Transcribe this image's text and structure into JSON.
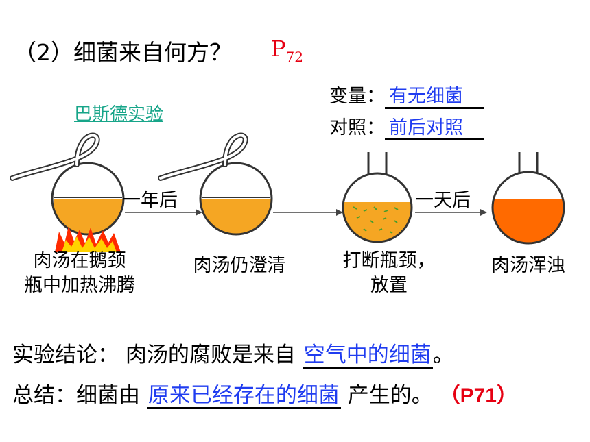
{
  "title": "（2）细菌来自何方？",
  "page_ref": {
    "prefix": "P",
    "sub": "72"
  },
  "experiment_name": "巴斯德实验",
  "variable": {
    "label": "变量：",
    "answer": "有无细菌"
  },
  "control": {
    "label": "对照：",
    "answer": "前后对照"
  },
  "arrows": {
    "first": "一年后",
    "second": "一天后"
  },
  "labels": {
    "flask1_line1": "肉汤在鹅颈",
    "flask1_line2": "瓶中加热沸腾",
    "flask2": "肉汤仍澄清",
    "flask3_line1": "打断瓶颈，",
    "flask3_line2": "放置",
    "flask4": "肉汤浑浊"
  },
  "conclusion": {
    "label": "实验结论：",
    "text": "肉汤的腐败是来自",
    "answer": "空气中的细菌",
    "end": "。"
  },
  "summary": {
    "label": "总结：细菌由",
    "answer": "原来已经存在的细菌",
    "text": "产生的。",
    "ref": "（P71）"
  },
  "colors": {
    "accent_red": "#e60012",
    "answer_blue": "#1f3cf0",
    "link_teal": "#17a589",
    "broth": "#f5a623"
  }
}
